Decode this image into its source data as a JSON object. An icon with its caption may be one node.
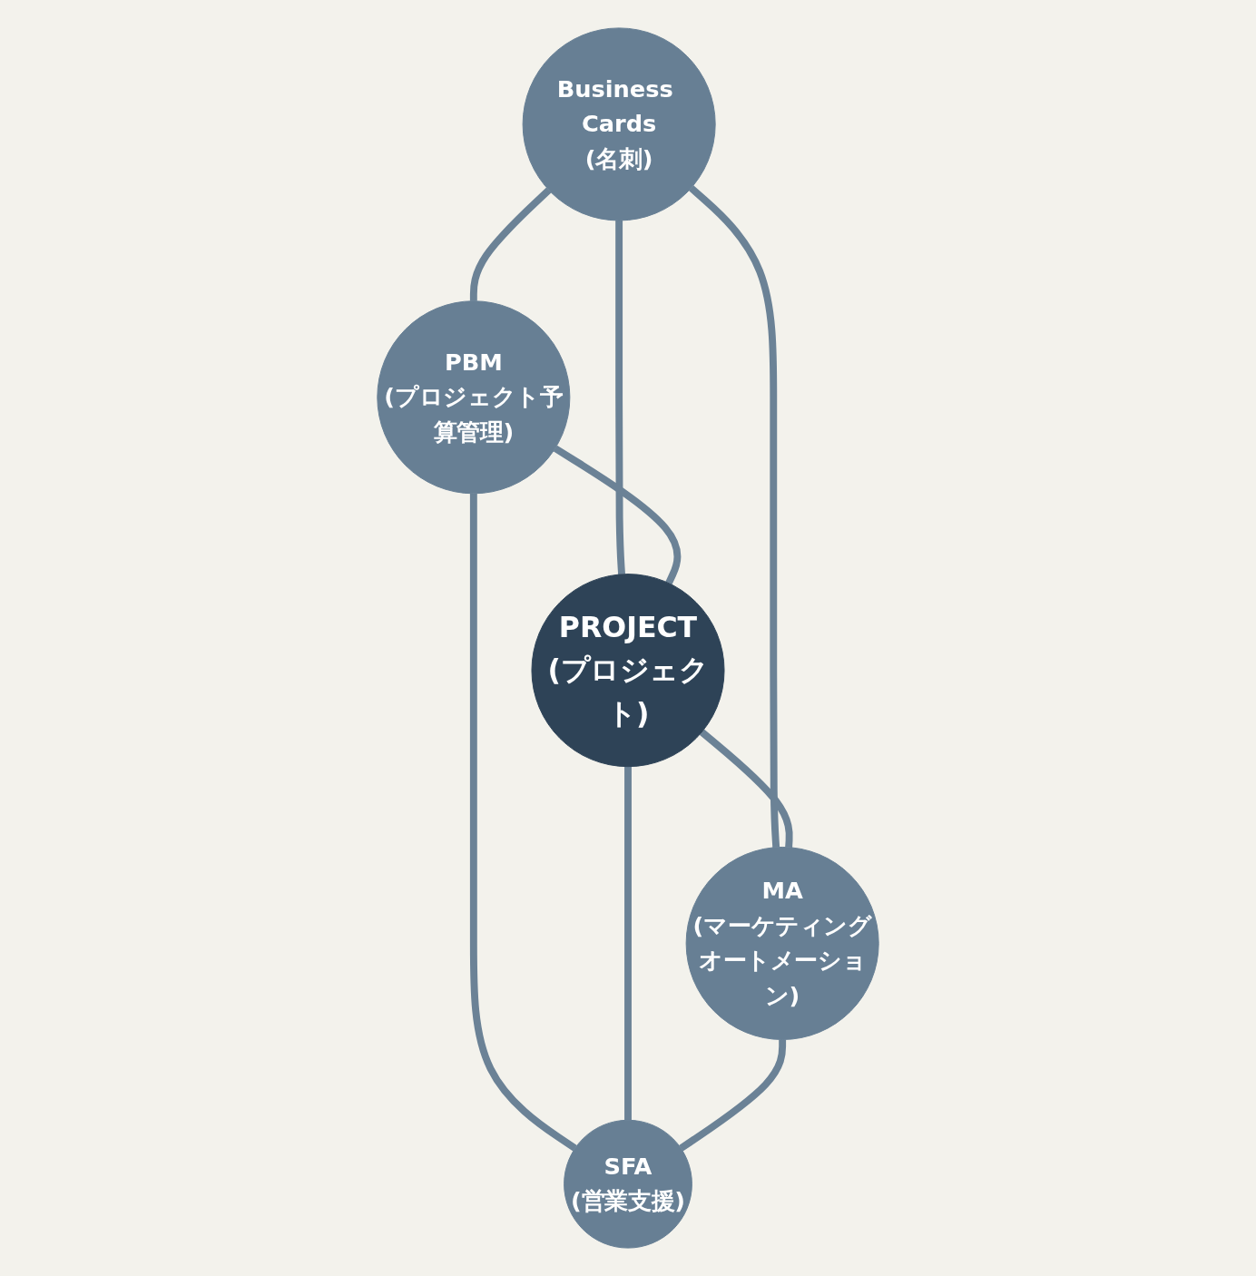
{
  "diagram": {
    "nodes": [
      {
        "text": [
          "Business Cards",
          "(名刺)"
        ]
      },
      {
        "text": [
          "PBM",
          "(プロジェクト予算管理)"
        ]
      },
      {
        "text": [
          "PROJECT",
          "(プロジェクト)"
        ]
      },
      {
        "text": [
          "MA",
          "(マーケティングオートメーション)"
        ]
      },
      {
        "text": [
          "SFA",
          "(営業支援)"
        ]
      }
    ],
    "edges": [
      {
        "from": 0,
        "to": 1,
        "arrow": "none"
      },
      {
        "from": 0,
        "to": 2,
        "arrow": "none"
      },
      {
        "from": 0,
        "to": 3,
        "arrow": "none"
      },
      {
        "from": 1,
        "to": 2,
        "arrow": "none"
      },
      {
        "from": 2,
        "to": 3,
        "arrow": "none"
      },
      {
        "from": 1,
        "to": 4,
        "arrow": "none"
      },
      {
        "from": 2,
        "to": 4,
        "arrow": "none"
      },
      {
        "from": 3,
        "to": 4,
        "arrow": "none"
      }
    ]
  }
}
